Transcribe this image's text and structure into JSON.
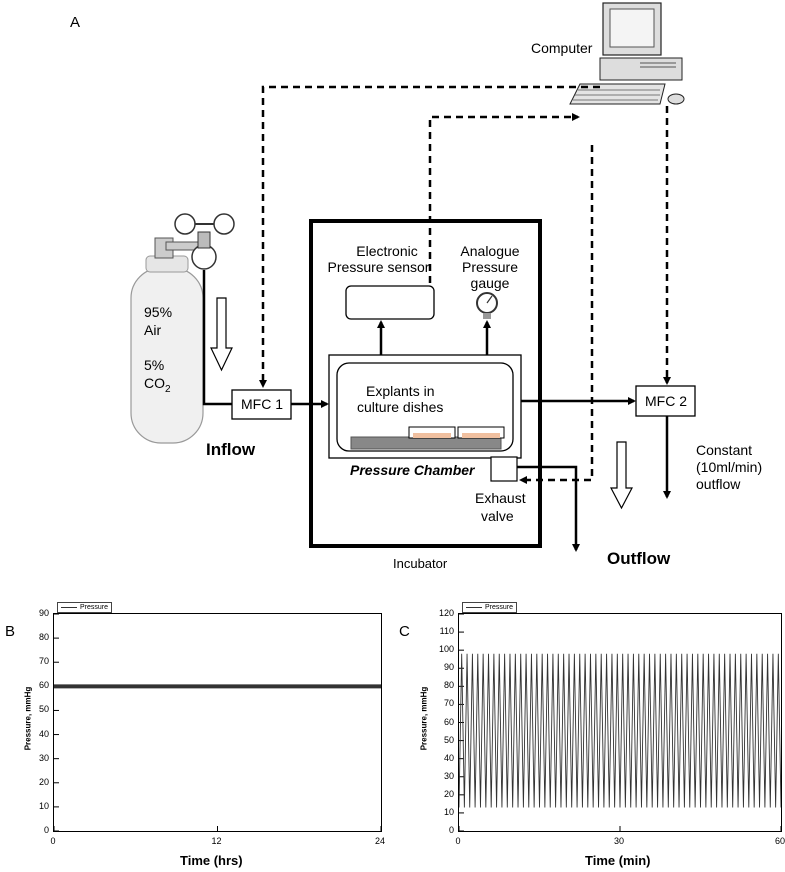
{
  "panels": {
    "a": "A",
    "b": "B",
    "c": "C"
  },
  "diagram": {
    "computer_label": "Computer",
    "cylinder_line1": "95%",
    "cylinder_line2": "Air",
    "cylinder_line3": "5%",
    "cylinder_line4": "CO",
    "cylinder_line4_sub": "2",
    "mfc1": "MFC 1",
    "mfc2": "MFC 2",
    "inflow": "Inflow",
    "outflow": "Outflow",
    "electronic_sensor_line1": "Electronic",
    "electronic_sensor_line2": "Pressure sensor",
    "gauge_line1": "Analogue",
    "gauge_line2": "Pressure",
    "gauge_line3": "gauge",
    "explants_line1": "Explants  in",
    "explants_line2": "culture dishes",
    "pressure_chamber": "Pressure Chamber",
    "exhaust_line1": "Exhaust",
    "exhaust_line2": "valve",
    "incubator": "Incubator",
    "constant_line1": "Constant",
    "constant_line2": "(10ml/min)",
    "constant_line3": "outflow"
  },
  "chart_data": [
    {
      "type": "line",
      "panel": "B",
      "legend": [
        "Pressure"
      ],
      "xlabel": "Time (hrs)",
      "ylabel": "Pressure, mmHg",
      "xlim": [
        0,
        24
      ],
      "ylim": [
        0,
        90
      ],
      "xticks": [
        0,
        12,
        24
      ],
      "yticks": [
        0,
        10,
        20,
        30,
        40,
        50,
        60,
        70,
        80,
        90
      ],
      "series": [
        {
          "name": "Pressure",
          "pattern": "constant",
          "value": 60,
          "x_range": [
            0,
            24
          ]
        }
      ]
    },
    {
      "type": "line",
      "panel": "C",
      "legend": [
        "Pressure"
      ],
      "xlabel": "Time (min)",
      "ylabel": "Pressure, mmHg",
      "xlim": [
        0,
        60
      ],
      "ylim": [
        0,
        120
      ],
      "xticks": [
        0,
        30,
        60
      ],
      "yticks": [
        0,
        10,
        20,
        30,
        40,
        50,
        60,
        70,
        80,
        90,
        100,
        110,
        120
      ],
      "series": [
        {
          "name": "Pressure",
          "pattern": "triangle-wave",
          "min": 13,
          "max": 98,
          "cycles": 60,
          "x_range": [
            0,
            60
          ]
        }
      ]
    }
  ]
}
